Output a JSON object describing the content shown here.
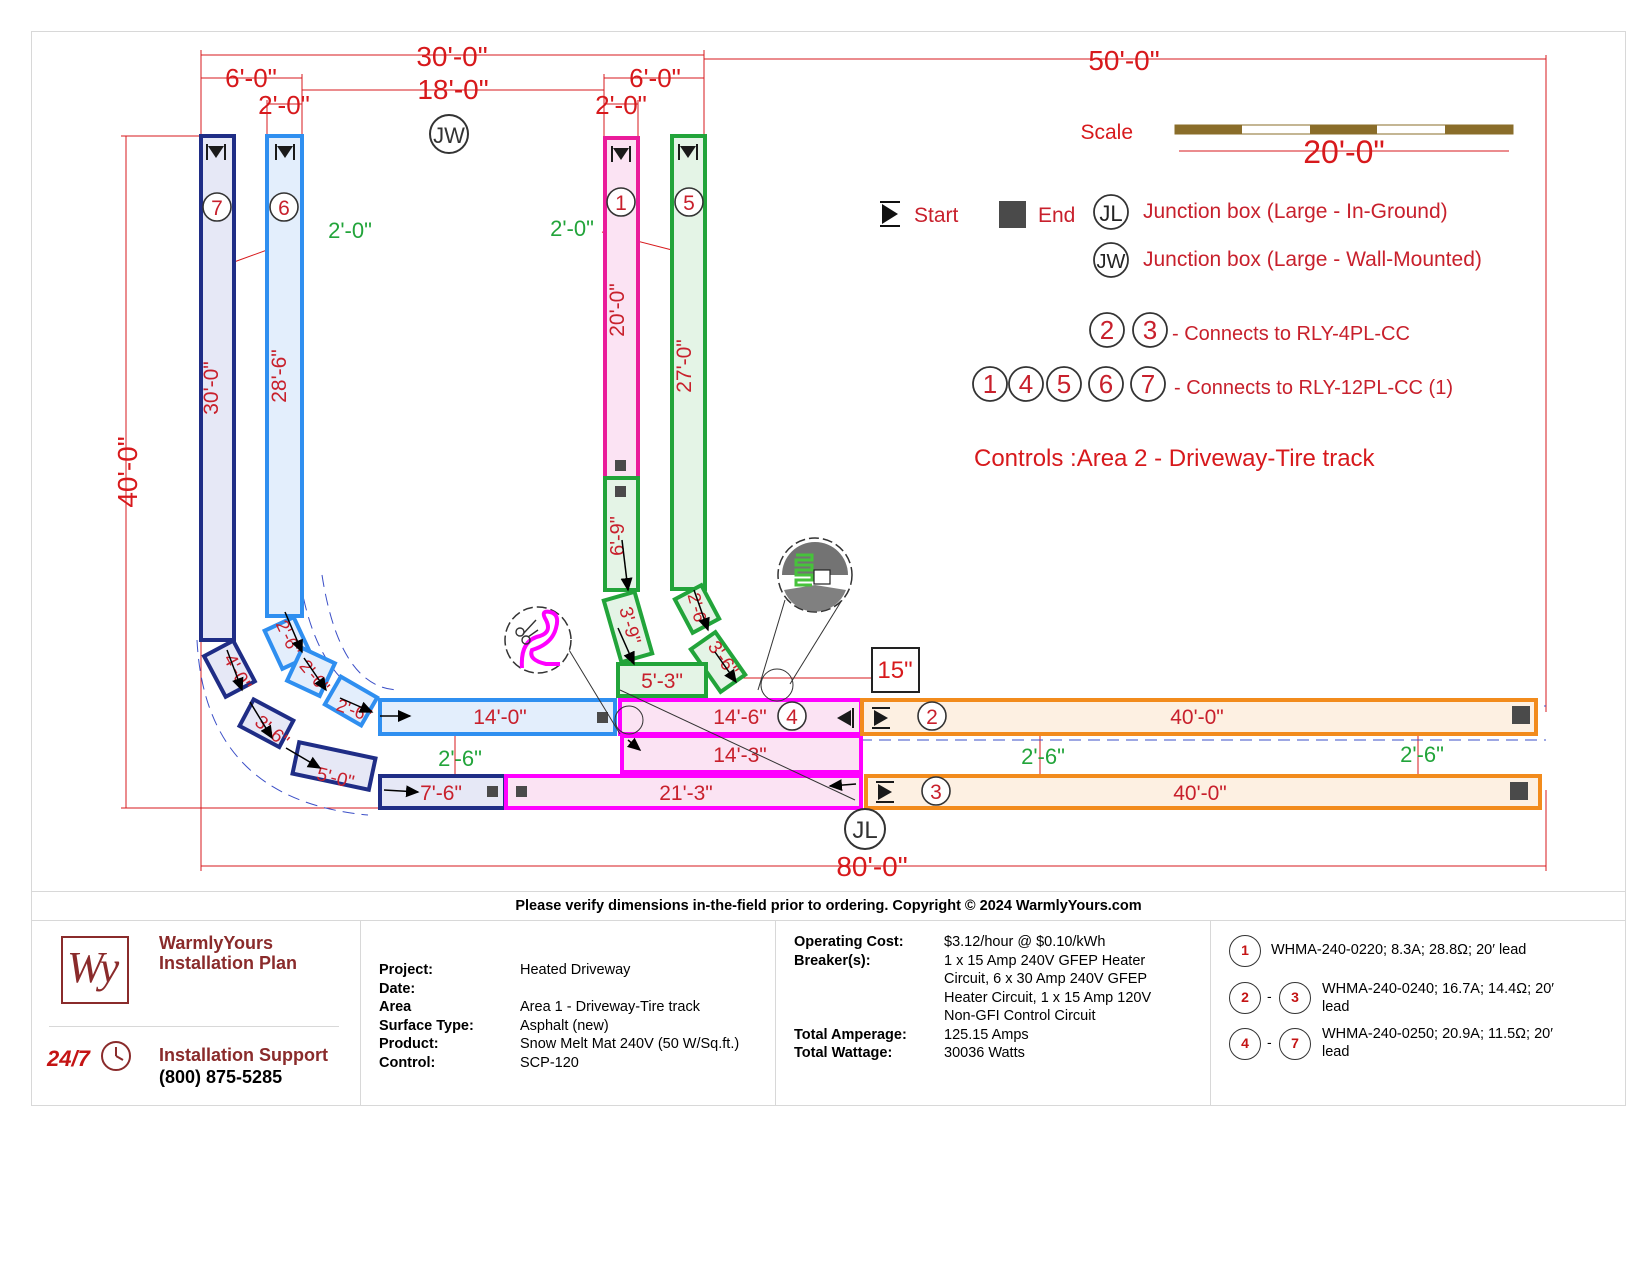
{
  "dimensions": {
    "top_30": "30'-0\"",
    "top_50": "50'-0\"",
    "top_6_left": "6'-0\"",
    "top_18": "18'-0\"",
    "top_6_right": "6'-0\"",
    "top_2_left": "2'-0\"",
    "top_2_right": "2'-0\"",
    "left_40": "40'-0\"",
    "bottom_80": "80'-0\"",
    "gap_green_left": "2'-0\"",
    "gap_green_mid": "2'-0\"",
    "gap_25_a": "2'-6\"",
    "gap_25_b": "2'-6\"",
    "gap_25_c": "2'-6\"",
    "heater_15": "15\""
  },
  "mats": {
    "m7_vertical": "30'-0\"",
    "m6_vertical": "28'-6\"",
    "m1_vertical": "20'-0\"",
    "m5_vertical": "27'-0\"",
    "m1_lower": "6'-9\"",
    "m1_bend": "3'-9\"",
    "m5_bend1": "2'-6\"",
    "m5_bend2": "3'-6\"",
    "m_5_3": "5'-3\"",
    "m6_bend1": "2'-6\"",
    "m6_bend2": "2'-6\"",
    "m6_bend3": "2'-6\"",
    "m6_horizontal": "14'-0\"",
    "m4_horizontal": "14'-6\"",
    "m4_lower": "14'-3\"",
    "m7_bend1": "4'-0\"",
    "m7_bend2": "3'-6\"",
    "m7_bend3": "5'-0\"",
    "m7_horizontal": "7'-6\"",
    "m_21_3": "21'-3\"",
    "m2_horizontal": "40'-0\"",
    "m3_horizontal": "40'-0\""
  },
  "zones": {
    "z1": "1",
    "z2": "2",
    "z3": "3",
    "z4": "4",
    "z5": "5",
    "z6": "6",
    "z7": "7"
  },
  "junctions": {
    "jw": "JW",
    "jl": "JL"
  },
  "legend": {
    "scale_label": "Scale",
    "scale_value": "20'-0\"",
    "start_label": "Start",
    "end_label": "End",
    "jl_symbol": "JL",
    "jl_label": "Junction box (Large - In-Ground)",
    "jw_symbol": "JW",
    "jw_label": "Junction box (Large - Wall-Mounted)",
    "group_a": [
      "2",
      "3"
    ],
    "group_a_text": "- Connects to RLY-4PL-CC",
    "group_b": [
      "1",
      "4",
      "5",
      "6",
      "7"
    ],
    "group_b_text": "- Connects to RLY-12PL-CC (1)",
    "controls_text": "Controls :Area 2 - Driveway-Tire track"
  },
  "verify_note": "Please verify dimensions in-the-field prior to ordering.  Copyright © 2024 WarmlyYours.com",
  "brand": {
    "name_line1": "WarmlyYours",
    "name_line2": "Installation Plan",
    "logo_letters": "Wy",
    "support_label": "Installation Support",
    "support_phone": "(800) 875-5285",
    "badge": "24/7"
  },
  "project": [
    {
      "k": "Project:",
      "v": "Heated Driveway"
    },
    {
      "k": "Date:",
      "v": ""
    },
    {
      "k": "Area",
      "v": "Area 1 - Driveway-Tire track"
    },
    {
      "k": "Surface Type:",
      "v": "Asphalt (new)"
    },
    {
      "k": "Product:",
      "v": "Snow Melt Mat 240V (50 W/Sq.ft.)"
    },
    {
      "k": "Control:",
      "v": "SCP-120"
    }
  ],
  "electrical": {
    "operating_cost_label": "Operating Cost:",
    "operating_cost_value": "$3.12/hour @ $0.10/kWh",
    "breakers_label": "Breaker(s):",
    "breakers_lines": [
      "1 x 15 Amp 240V GFEP Heater",
      "Circuit, 6 x 30 Amp 240V GFEP",
      "Heater Circuit, 1 x 15 Amp 120V",
      "Non-GFI Control Circuit"
    ],
    "amperage_label": "Total Amperage:",
    "amperage_value": "125.15 Amps",
    "wattage_label": "Total Wattage:",
    "wattage_value": "30036 Watts"
  },
  "cables": [
    {
      "from": "1",
      "to": "",
      "lines": [
        "WHMA-240-0220; 8.3A; 28.8Ω; 20′ lead"
      ]
    },
    {
      "from": "2",
      "to": "3",
      "lines": [
        "WHMA-240-0240; 16.7A; 14.4Ω; 20′",
        "lead"
      ]
    },
    {
      "from": "4",
      "to": "7",
      "lines": [
        "WHMA-240-0250; 20.9A; 11.5Ω; 20′",
        "lead"
      ]
    }
  ],
  "colors": {
    "navy": "#1f2d86",
    "blue": "#2f8ff0",
    "magenta": "#ea1c9a",
    "pink_mat": "#ff00ff",
    "green": "#22a43a",
    "orange": "#f28b1c",
    "dim_red": "#d7191c",
    "brand_red": "#8a2b2b"
  }
}
